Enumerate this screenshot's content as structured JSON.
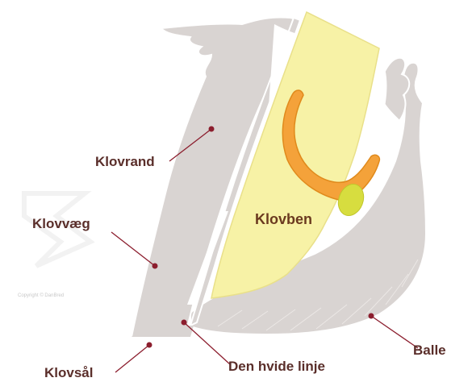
{
  "labels": {
    "klovrand": "Klovrand",
    "klovvaeg": "Klovvæg",
    "klovben": "Klovben",
    "klovsaal": "Klovsål",
    "den_hvide_linje": "Den hvide linje",
    "balle": "Balle"
  },
  "watermark": {
    "text": "Copyright © DanBred"
  },
  "colors": {
    "hoof_wall": "#d9d4d2",
    "outline": "#ffffff",
    "bone": "#f7f2a6",
    "bone_outline": "#e9e08a",
    "joint": "#f4a23a",
    "joint_outline": "#e08a1c",
    "small_bone": "#d7dd3f",
    "leader": "#8c1e2e",
    "label_text": "#5a2e2a"
  }
}
